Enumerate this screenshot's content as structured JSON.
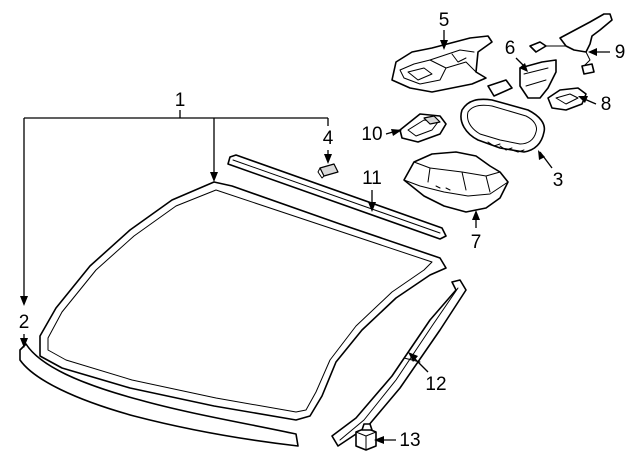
{
  "callouts": {
    "p1": "1",
    "p2": "2",
    "p3": "3",
    "p4": "4",
    "p5": "5",
    "p6": "6",
    "p7": "7",
    "p8": "8",
    "p9": "9",
    "p10": "10",
    "p11": "11",
    "p12": "12",
    "p13": "13"
  }
}
